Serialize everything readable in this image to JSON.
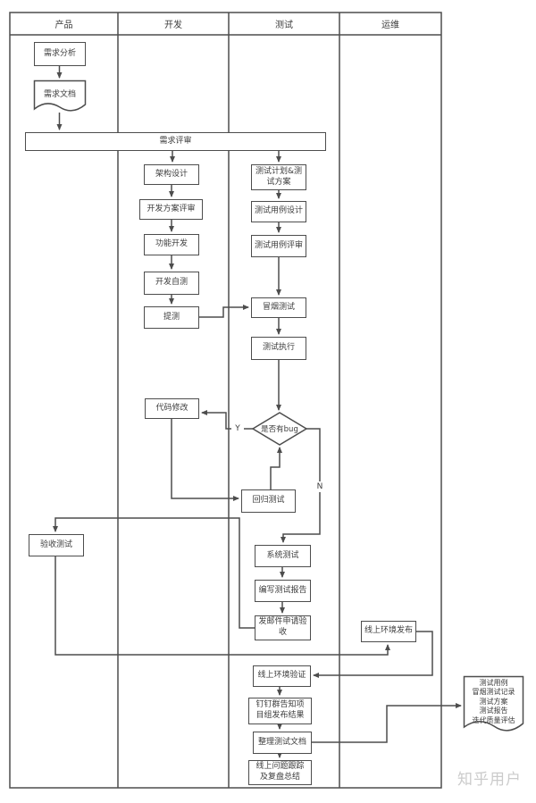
{
  "lanes": [
    {
      "label": "产品"
    },
    {
      "label": "开发"
    },
    {
      "label": "测试"
    },
    {
      "label": "运维"
    }
  ],
  "nodes": {
    "req_analysis": "需求分析",
    "req_doc": "需求文档",
    "req_review": "需求评审",
    "arch_design": "架构设计",
    "dev_plan_review": "开发方案评审",
    "feature_dev": "功能开发",
    "dev_self_test": "开发自测",
    "submit_test": "提测",
    "test_plan": "测试计划&测试方案",
    "test_case_design": "测试用例设计",
    "test_case_review": "测试用例评审",
    "smoke_test": "冒烟测试",
    "test_exec": "测试执行",
    "has_bug": "是否有bug",
    "code_fix": "代码修改",
    "regression_test": "回归测试",
    "acceptance_test": "验收测试",
    "system_test": "系统测试",
    "write_report": "编写测试报告",
    "email_acceptance": "发邮件申请验收",
    "online_release": "线上环境发布",
    "online_verify": "线上环境验证",
    "dingtalk_notify": "钉钉群告知项目组发布结果",
    "organize_docs": "整理测试文档",
    "issue_tracking": "线上问题跟踪及复盘总结"
  },
  "edge_labels": {
    "yes": "Y",
    "no": "N"
  },
  "deliverables_doc": {
    "lines": [
      "测试用例",
      "冒烟测试记录",
      "测试方案",
      "测试报告",
      "迭代质量评估"
    ]
  },
  "watermark": "知乎用户",
  "colors": {
    "line": "#4d4d4d",
    "text": "#3c3c3c",
    "node_fill": "#ffffff",
    "watermark": "#cbcbcb",
    "background": "#ffffff"
  }
}
